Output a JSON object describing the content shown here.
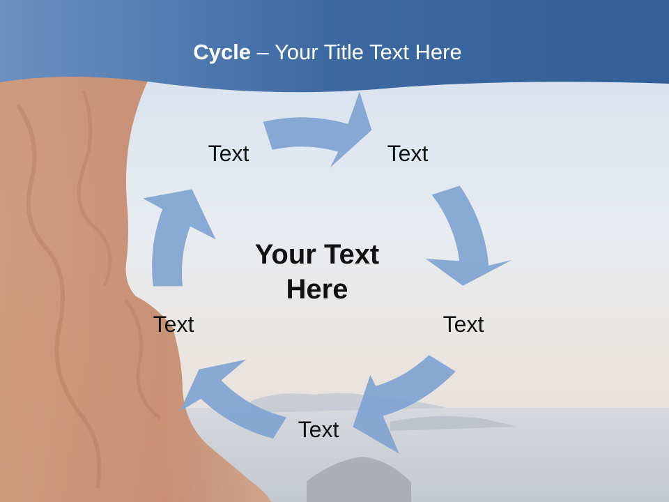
{
  "slide": {
    "title_bold": "Cycle",
    "title_rest": " – Your Title Text Here",
    "center_text_line1": "Your Text",
    "center_text_line2": "Here",
    "cycle_labels": [
      "Text",
      "Text",
      "Text",
      "Text",
      "Text"
    ]
  },
  "colors": {
    "header_band": "#3f6fa8",
    "arrow_fill": "#7fa3d1",
    "sky": "#d8e2ee",
    "rock": "#b4683f",
    "text": "#111111"
  }
}
